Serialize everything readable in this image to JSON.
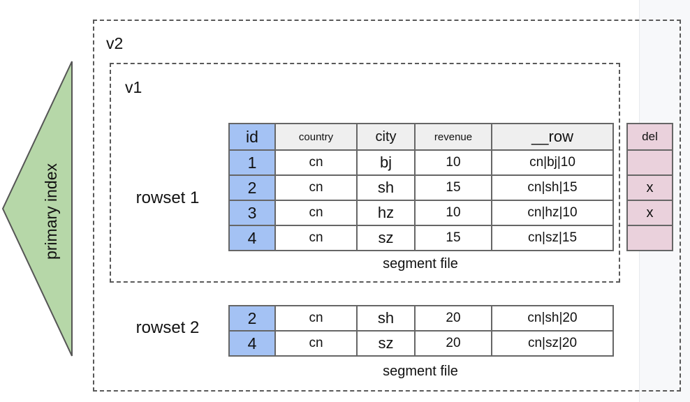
{
  "labels": {
    "v2": "v2",
    "v1": "v1",
    "rowset1": "rowset 1",
    "rowset2": "rowset 2",
    "segment_file_1": "segment file",
    "segment_file_2": "segment file",
    "primary_index": "primary index"
  },
  "rowset1_table": {
    "headers": [
      "id",
      "country",
      "city",
      "revenue",
      "__row"
    ],
    "rows": [
      [
        "1",
        "cn",
        "bj",
        "10",
        "cn|bj|10"
      ],
      [
        "2",
        "cn",
        "sh",
        "15",
        "cn|sh|15"
      ],
      [
        "3",
        "cn",
        "hz",
        "10",
        "cn|hz|10"
      ],
      [
        "4",
        "cn",
        "sz",
        "15",
        "cn|sz|15"
      ]
    ]
  },
  "del_column": {
    "header": "del",
    "cells": [
      "",
      "x",
      "x",
      ""
    ]
  },
  "rowset2_table": {
    "rows": [
      [
        "2",
        "cn",
        "sh",
        "20",
        "cn|sh|20"
      ],
      [
        "4",
        "cn",
        "sz",
        "20",
        "cn|sz|20"
      ]
    ]
  },
  "colors": {
    "id_column_fill": "#a4c2f4",
    "header_fill": "#efefef",
    "del_fill": "#ead1dc",
    "triangle_fill": "#b6d7a8",
    "cell_border": "#666666",
    "dashed_border": "#595959",
    "strip_fill": "#f7f8fa"
  }
}
